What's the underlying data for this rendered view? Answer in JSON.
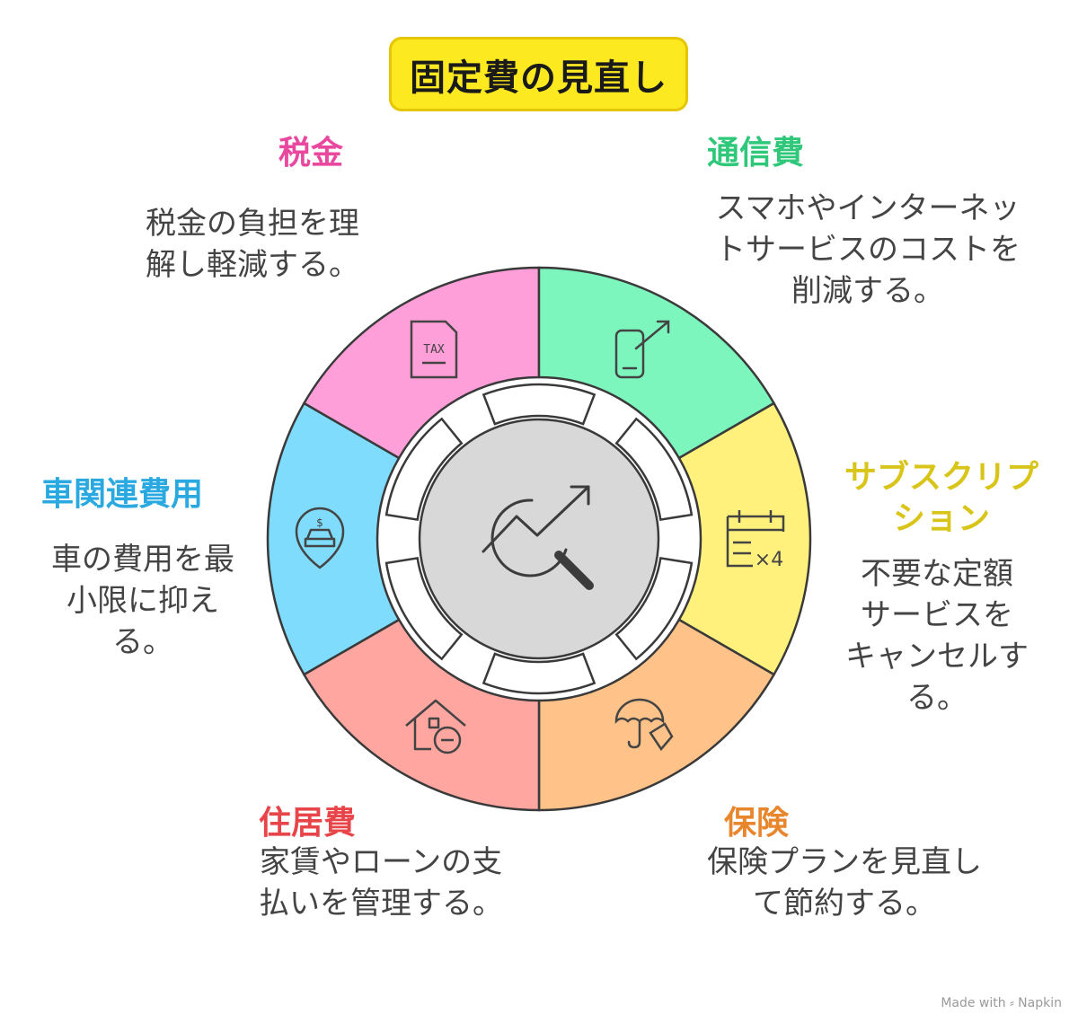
{
  "title": "固定費の見直し",
  "colors": {
    "tax": "#FF9FDA",
    "telecom": "#7DF6BE",
    "subscription": "#FFF17C",
    "insurance": "#FFC38A",
    "housing": "#FFA6A0",
    "car": "#7FDCFC",
    "center": "#D8D8D8",
    "outline": "#3a3a3a"
  },
  "segments": [
    {
      "id": "tax",
      "heading": "税金",
      "heading_color": "#E9489F",
      "desc_lines": [
        "税金の負担を理",
        "解し軽減する。"
      ],
      "icon": "tax-document-icon"
    },
    {
      "id": "telecom",
      "heading": "通信費",
      "heading_color": "#2FC779",
      "desc_lines": [
        "スマホやインターネッ",
        "トサービスのコストを",
        "削減する。"
      ],
      "icon": "phone-growth-icon"
    },
    {
      "id": "subscription",
      "heading_lines": [
        "サブスクリプ",
        "ション"
      ],
      "heading_color": "#D9C51A",
      "desc_lines": [
        "不要な定額",
        "サービスを",
        "キャンセルす",
        "る。"
      ],
      "icon": "calendar-x4-icon"
    },
    {
      "id": "insurance",
      "heading": "保険",
      "heading_color": "#E8862E",
      "desc_lines": [
        "保険プランを見直し",
        "て節約する。"
      ],
      "icon": "umbrella-hand-icon"
    },
    {
      "id": "housing",
      "heading": "住居費",
      "heading_color": "#E8454A",
      "desc_lines": [
        "家賃やローンの支",
        "払いを管理する。"
      ],
      "icon": "house-minus-icon"
    },
    {
      "id": "car",
      "heading": "車関連費用",
      "heading_color": "#29A9E0",
      "desc_lines": [
        "車の費用を最",
        "小限に抑え",
        "る。"
      ],
      "icon": "car-cost-pin-icon"
    }
  ],
  "center_icon": "trend-magnifier-icon",
  "footer": "Made with ⸗ Napkin"
}
